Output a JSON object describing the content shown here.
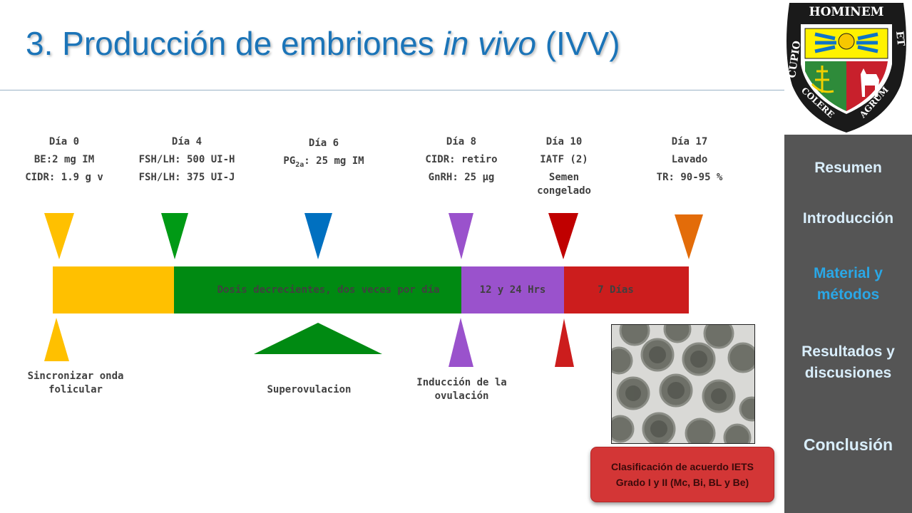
{
  "title": {
    "part1": "3. Producción de embriones ",
    "part2": "in vivo",
    "part3": " (IVV)"
  },
  "sidebar": {
    "items": [
      {
        "label": "Resumen"
      },
      {
        "label": "Introducción"
      },
      {
        "label_line1": "Material y",
        "label_line2": "métodos",
        "active": true
      },
      {
        "label_line1": "Resultados y",
        "label_line2": "discusiones"
      },
      {
        "label": "Conclusión"
      }
    ]
  },
  "emblem": {
    "top_text": "HOMINEM",
    "left_text": "CUPIO",
    "right_text": "ET",
    "bottom_left_text": "COLERE",
    "bottom_right_text": "AGRUM"
  },
  "timeline": {
    "days": [
      {
        "day": "Día 0",
        "line1": "BE:2 mg IM",
        "line2": "CIDR: 1.9 g v"
      },
      {
        "day": "Día 4",
        "line1": "FSH/LH: 500 UI-H",
        "line2": "FSH/LH: 375 UI-J"
      },
      {
        "day": "Día 6",
        "line1_a": "PG",
        "line1_sub": "2a",
        "line1_b": ": 25 mg IM"
      },
      {
        "day": "Día 8",
        "line1": "CIDR: retiro",
        "line2": "GnRH: 25 µg"
      },
      {
        "day": "Día 10",
        "line1": "IATF (2)",
        "line2a": "Semen",
        "line2b": "congelado"
      },
      {
        "day": "Día 17",
        "line1": "Lavado",
        "line2": "TR: 90-95 %"
      }
    ],
    "segments": {
      "green": "Dosis decrecientes, dos veces por día",
      "purple": "12 y 24 Hrs",
      "red": "7 Días"
    },
    "bottom_labels": {
      "sync_line1": "Sincronizar onda",
      "sync_line2": "folicular",
      "superovulation": "Superovulacion",
      "induction_line1": "Inducción de la",
      "induction_line2": "ovulación"
    }
  },
  "classification": {
    "line1": "Clasificación de acuerdo IETS",
    "line2": "Grado I y II (Mc, Bi, BL y Be)"
  },
  "colors": {
    "title": "#1b74b8",
    "sidebar_bg": "#555555",
    "nav_text": "#d9eefc",
    "nav_active": "#2aa7e6",
    "yellow": "#ffc000",
    "green": "#008a12",
    "blue": "#0070c0",
    "purple": "#9a52cc",
    "red": "#cc1d1d",
    "dark_red": "#c00000",
    "orange": "#e36c09"
  }
}
